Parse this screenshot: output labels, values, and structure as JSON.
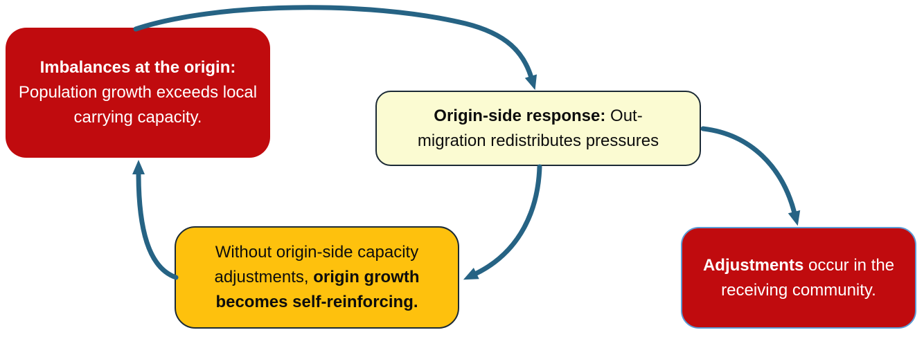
{
  "diagram": {
    "type": "cyclic-flow-diagram",
    "background": "#ffffff"
  },
  "colors": {
    "background": "#ffffff",
    "red": "#C00B0E",
    "cream": "#FBFBD2",
    "orange": "#FEC10D",
    "dark_border": "#1B2A35",
    "light_blue_border": "#5B9BD5",
    "arrow": "#266384",
    "text_light": "#ffffff",
    "text_dark": "#0d0d0d"
  },
  "nodes": [
    {
      "id": "imbalances-origin",
      "color": "red",
      "segments": [
        {
          "text": "Imbalances at the origin:",
          "bold": true
        },
        {
          "text": " Population growth exceeds local carrying capacity.",
          "bold": false
        }
      ]
    },
    {
      "id": "origin-side-response",
      "color": "cream",
      "segments": [
        {
          "text": "Origin-side response:",
          "bold": true
        },
        {
          "text": " Out-migration redistributes pressures",
          "bold": false
        }
      ]
    },
    {
      "id": "self-reinforcing",
      "color": "orange",
      "segments": [
        {
          "text": "Without origin-side capacity adjustments, ",
          "bold": false
        },
        {
          "text": "origin growth becomes self-reinforcing.",
          "bold": true
        }
      ]
    },
    {
      "id": "receiving-adjustments",
      "color": "red",
      "segments": [
        {
          "text": "Adjustments",
          "bold": true
        },
        {
          "text": " occur in the receiving community.",
          "bold": false
        }
      ]
    }
  ],
  "arrows": [
    {
      "id": "origin-to-response",
      "from": "imbalances-origin",
      "to": "origin-side-response"
    },
    {
      "id": "response-to-self-reinforcing",
      "from": "origin-side-response",
      "to": "self-reinforcing"
    },
    {
      "id": "self-reinforcing-to-origin",
      "from": "self-reinforcing",
      "to": "imbalances-origin"
    },
    {
      "id": "response-to-receiving",
      "from": "origin-side-response",
      "to": "receiving-adjustments"
    }
  ]
}
